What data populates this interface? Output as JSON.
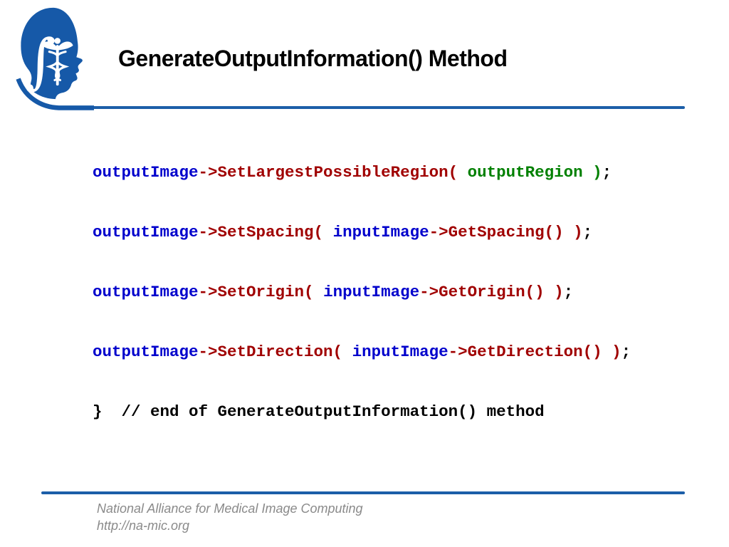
{
  "header": {
    "title": "GenerateOutputInformation() Method"
  },
  "logo": {
    "integral_glyph": "∫",
    "description": "NA-MIC head profile logo"
  },
  "colors": {
    "blue": "#0000CC",
    "darkred": "#A00000",
    "green": "#008000",
    "black": "#000000",
    "rule_blue": "#1C5EA8",
    "logo_blue": "#1659A8",
    "white": "#FFFFFF",
    "footer_gray": "#8A8A8A"
  },
  "code": {
    "lines": [
      [
        {
          "t": "outputImage",
          "c": "blue"
        },
        {
          "t": "->SetLargestPossibleRegion(",
          "c": "darkred"
        },
        {
          "t": " outputRegion )",
          "c": "green"
        },
        {
          "t": ";",
          "c": "black"
        }
      ],
      [
        {
          "t": "outputImage",
          "c": "blue"
        },
        {
          "t": "->SetSpacing(",
          "c": "darkred"
        },
        {
          "t": " inputImage",
          "c": "blue"
        },
        {
          "t": "->GetSpacing() )",
          "c": "darkred"
        },
        {
          "t": ";",
          "c": "black"
        }
      ],
      [
        {
          "t": "outputImage",
          "c": "blue"
        },
        {
          "t": "->SetOrigin(",
          "c": "darkred"
        },
        {
          "t": " inputImage",
          "c": "blue"
        },
        {
          "t": "->GetOrigin() )",
          "c": "darkred"
        },
        {
          "t": ";",
          "c": "black"
        }
      ],
      [
        {
          "t": "outputImage",
          "c": "blue"
        },
        {
          "t": "->SetDirection(",
          "c": "darkred"
        },
        {
          "t": " inputImage",
          "c": "blue"
        },
        {
          "t": "->GetDirection() )",
          "c": "darkred"
        },
        {
          "t": ";",
          "c": "black"
        }
      ],
      [
        {
          "t": "}  // end of GenerateOutputInformation() method",
          "c": "black"
        }
      ]
    ]
  },
  "footer": {
    "line1": "National Alliance for Medical Image Computing",
    "line2": "http://na-mic.org"
  }
}
